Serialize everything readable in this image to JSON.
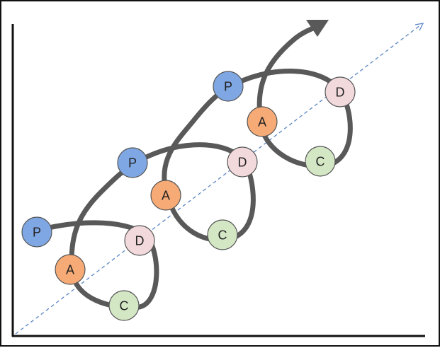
{
  "colors": {
    "background": "#ffffff",
    "axis": "#111111",
    "spiral": "#595959",
    "trend_line": "#5b86c5",
    "node_stroke": "#555555",
    "plan": "#7fa7e3",
    "do": "#f2d9dc",
    "check": "#d4e7c5",
    "act": "#f6ab77"
  },
  "cycles": [
    {
      "nodes": {
        "plan": "P",
        "act": "A",
        "check": "C",
        "do": "D"
      }
    },
    {
      "nodes": {
        "plan": "P",
        "act": "A",
        "check": "C",
        "do": "D"
      }
    },
    {
      "nodes": {
        "plan": "P",
        "act": "A",
        "check": "C",
        "do": "D"
      }
    }
  ],
  "icons": {
    "arrowhead": "arrowhead-icon",
    "trend_arrow": "dashed-arrow-icon"
  }
}
